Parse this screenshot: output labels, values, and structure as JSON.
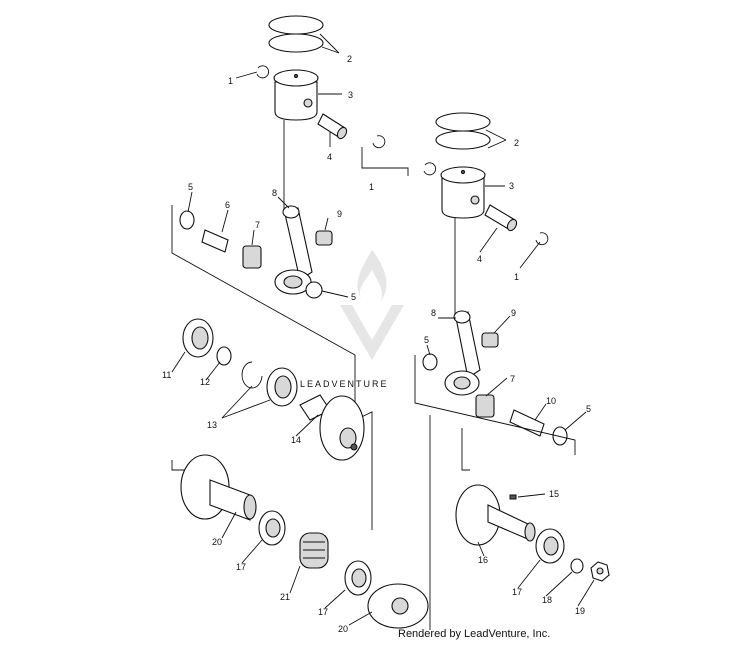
{
  "watermark": {
    "text": "LEADVENTURE"
  },
  "credit": "Rendered by LeadVenture, Inc.",
  "callouts": [
    "1",
    "2",
    "3",
    "4",
    "5",
    "6",
    "7",
    "8",
    "9",
    "10",
    "11",
    "12",
    "13",
    "14",
    "15",
    "16",
    "17",
    "18",
    "19",
    "20",
    "21"
  ]
}
